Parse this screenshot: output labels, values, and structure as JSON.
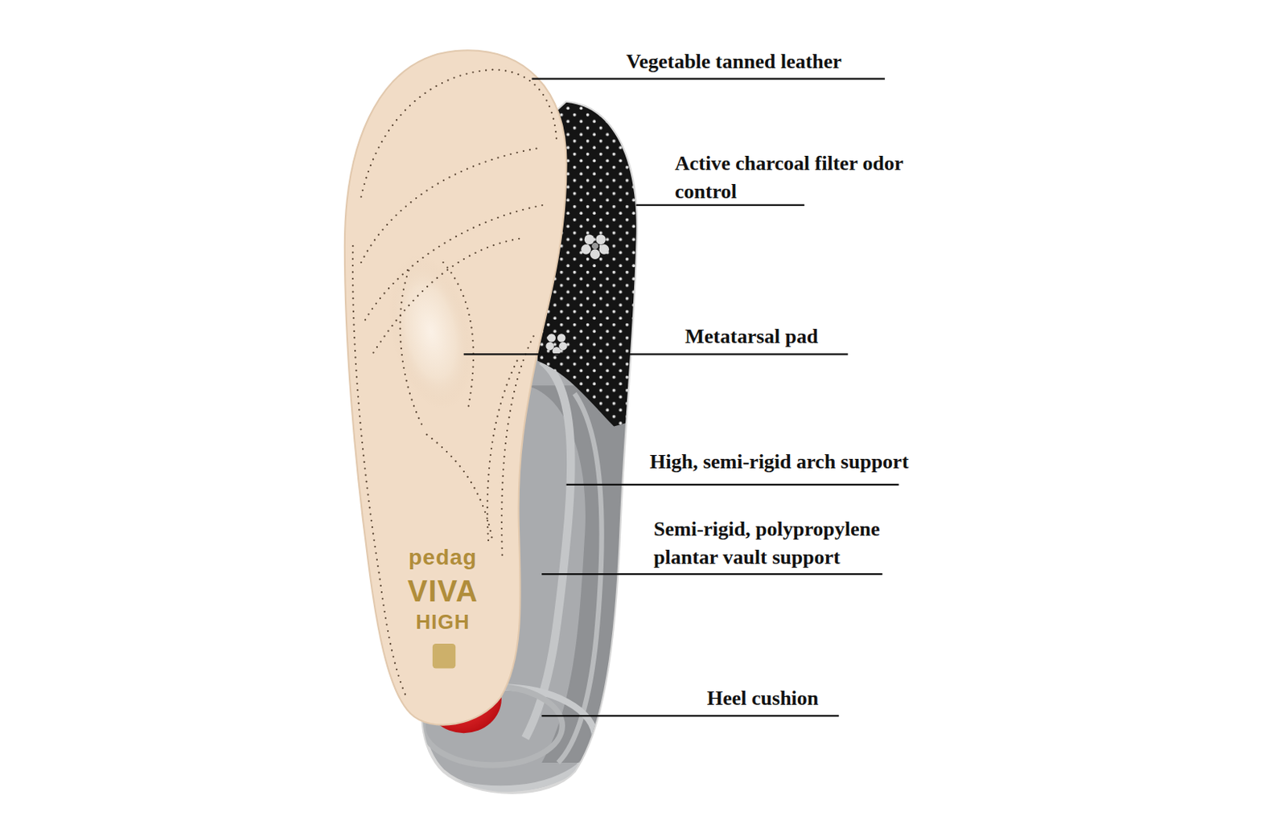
{
  "diagram": {
    "labels": [
      "Vegetable tanned leather",
      "Active charcoal filter odor control",
      "Metatarsal pad",
      "High, semi-rigid arch support",
      "Semi-rigid, polypropylene plantar vault support",
      "Heel cushion",
      "pedag",
      "VIVA",
      "HIGH"
    ]
  }
}
